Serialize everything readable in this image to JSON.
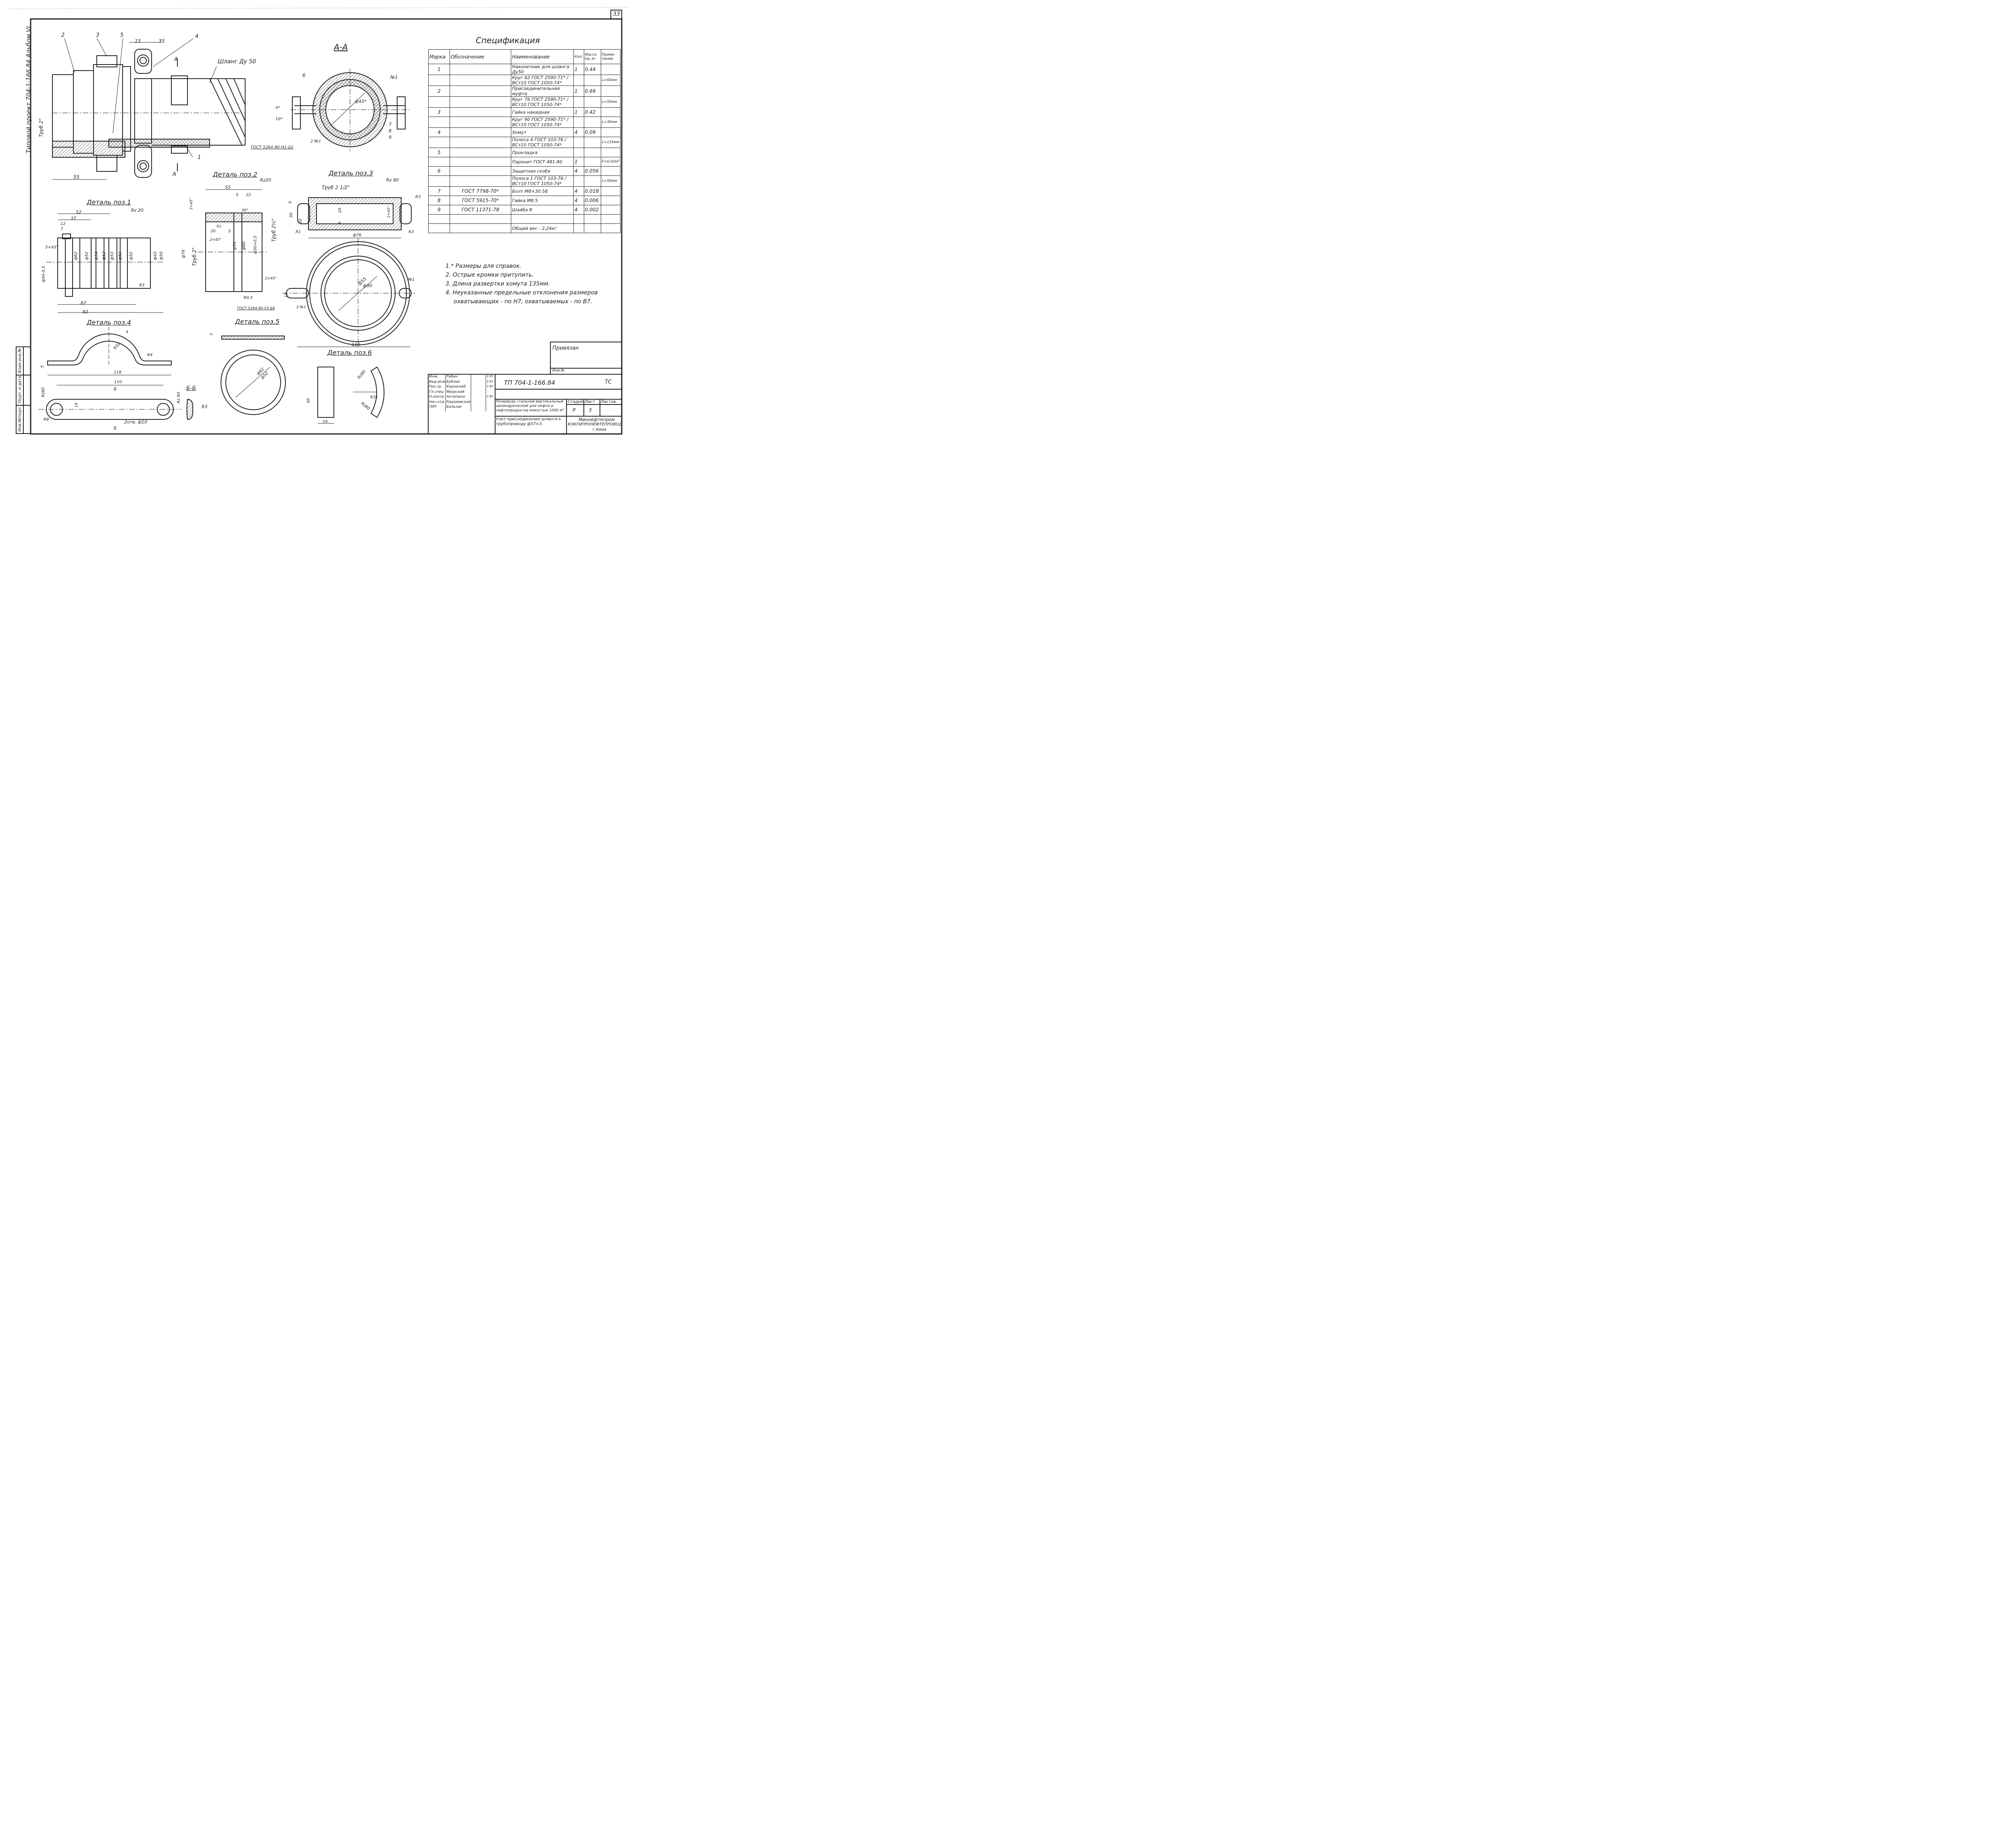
{
  "page_number": "33",
  "side_stamp": "Типовой проект 704-1-166.84 Альбом VI",
  "left_stamp": [
    "Инв.№подл.",
    "Подп. и дата",
    "Взам.инв.№"
  ],
  "section_aa": "А-А",
  "section_bb": "Б-Б",
  "section_marks": {
    "a": "А",
    "b": "Б"
  },
  "main_view": {
    "leaders": [
      "1",
      "2",
      "3",
      "4",
      "5"
    ],
    "hose": "Шланг Ду 50",
    "pipe": "Труб 2\"",
    "dims": [
      "15",
      "35",
      "55"
    ]
  },
  "aa_view": {
    "leaders": [
      "6",
      "7",
      "8",
      "9",
      "№1",
      "2 №1"
    ],
    "diameter": "ф43*",
    "dims": [
      "4*",
      "10*"
    ],
    "weld": "ГОСТ 5264-80-Н1-Δ1"
  },
  "detail1": {
    "title": "Деталь поз.1",
    "roughness": "Rz 20",
    "dims": [
      "52",
      "37",
      "12",
      "7",
      "3×45°",
      "ф50-0,5",
      "ф62",
      "ф52",
      "ф54",
      "ф52",
      "ф53",
      "ф50",
      "ф52",
      "ф43",
      "ф50",
      "R3",
      "67",
      "92"
    ]
  },
  "detail2": {
    "title": "Деталь поз.2",
    "roughness": "Rz20",
    "dims": [
      "55",
      "5",
      "22",
      "2×45°",
      "60°",
      "R1",
      "20",
      "5",
      "2×45°",
      "ф70",
      "ф60",
      "ф50+0,5",
      "ф76",
      "Труб 2\"",
      "Труб 2½\"",
      "2×45°",
      "R0,5"
    ],
    "weld": "ГОСТ 5264-80-У3-Δ6"
  },
  "detail3": {
    "title": "Деталь поз.3",
    "roughness": "Rz 80",
    "pipe": "Труб 2 1/2\"",
    "dims": [
      "5",
      "30",
      "20",
      "20",
      "6",
      "2×45°",
      "R1",
      "R3",
      "R3",
      "ф76"
    ]
  },
  "detail4": {
    "title": "Деталь поз.4",
    "dims": [
      "4",
      "R32",
      "R4",
      "5",
      "118",
      "110",
      "Rz80",
      "18",
      "R8",
      "2отв. ф10"
    ]
  },
  "detail5": {
    "title": "Деталь поз.5",
    "dims": [
      "3",
      "ф62",
      "ф52"
    ]
  },
  "detail6": {
    "title": "Деталь поз.6",
    "dims": [
      "Rz80",
      "R31",
      "Rz80",
      "50",
      "16"
    ]
  },
  "bb_view": {
    "dims": [
      "Rz 80",
      "R3"
    ]
  },
  "ring_view": {
    "dims": [
      "ф55",
      "ф90",
      "10",
      "110",
      "№1",
      "2 №1"
    ]
  },
  "spec": {
    "title": "Спецификация",
    "headers": [
      "Марка",
      "Обозначение",
      "Наименование",
      "Кол.",
      "Масса ед.,кг",
      "Приме-чание"
    ],
    "rows": [
      [
        "1",
        "",
        "Наконечник для шланга Ду50",
        "1",
        "0.44",
        ""
      ],
      [
        "",
        "",
        "Круг 62 ГОСТ 2590-71* / ВСт10 ГОСТ 1050-74*",
        "",
        "",
        "L=92мм"
      ],
      [
        "2",
        "",
        "Присоединительная муфта",
        "1",
        "0.69",
        ""
      ],
      [
        "",
        "",
        "Круг 76 ГОСТ 2590-71* / ВСт10 ГОСТ 1050-74*",
        "",
        "",
        "L=55мм"
      ],
      [
        "3",
        "",
        "Гайка накидная",
        "1",
        "0.42",
        ""
      ],
      [
        "",
        "",
        "Круг 90 ГОСТ 2590-71* / ВСт10 ГОСТ 1050-74*",
        "",
        "",
        "L=30мм"
      ],
      [
        "4",
        "",
        "Хомут",
        "4",
        "0.09",
        ""
      ],
      [
        "",
        "",
        "Полоса 4 ГОСТ 103-76 / ВСт10 ГОСТ 1050-74*",
        "",
        "",
        "L=135мм"
      ],
      [
        "5",
        "",
        "Прокладка",
        "",
        "",
        ""
      ],
      [
        "",
        "",
        "Паронит ГОСТ 481-80",
        "1",
        "",
        "F=0.02м²"
      ],
      [
        "6",
        "",
        "Защитная скоба",
        "4",
        "0.056",
        ""
      ],
      [
        "",
        "",
        "Полоса 1 ГОСТ 103-76 / ВСт10 ГОСТ 1050-74*",
        "",
        "",
        "L=50мм"
      ],
      [
        "7",
        "ГОСТ 7798-70*",
        "Болт М8×30.58",
        "4",
        "0.018",
        ""
      ],
      [
        "8",
        "ГОСТ 5915-70*",
        "Гайка М8.5",
        "4",
        "0.006",
        ""
      ],
      [
        "9",
        "ГОСТ 11371-78",
        "Шайба 8",
        "4",
        "0.002",
        ""
      ],
      [
        "",
        "",
        "",
        "",
        "",
        ""
      ],
      [
        "",
        "",
        "Общий вес - 2,24кг",
        "",
        "",
        ""
      ]
    ]
  },
  "notes": [
    "1.* Размеры для справок.",
    "2. Острые кромки притупить.",
    "3. Длина развертки хомута 135мм.",
    "4. Неуказанные предельные отклонения размеров",
    "охватывающих - по H7, охватываемых - по B7."
  ],
  "title_block": {
    "privyazan": "Привязан",
    "inv": "Инв.№",
    "doc_number": "ТП 704-1-166.84",
    "code": "ТС",
    "roles": [
      {
        "role": "Инж.",
        "name": "Рабин",
        "date": "2.85"
      },
      {
        "role": "Вед.инж",
        "name": "Бублик",
        "date": "2.85"
      },
      {
        "role": "Рук.гр.",
        "name": "Корнилюб",
        "date": "2.85"
      },
      {
        "role": "Гл.спец",
        "name": "Яворский",
        "date": ""
      },
      {
        "role": "Н.контр",
        "name": "Антипина",
        "date": "2.85"
      },
      {
        "role": "Нач.отд",
        "name": "Радзиевская",
        "date": ""
      },
      {
        "role": "ГИП",
        "name": "Бальзак",
        "date": ""
      }
    ],
    "project_name": "Резервуар стальной вертикальный цилиндрический для нефти и нефтепродуктов емкостью 1000 м³",
    "sheet_title": "Узел присоединения шланга к трубопроводу ф57×3.",
    "stage_label": "Стадия",
    "sheet_label": "Лист",
    "sheets_label": "Листов",
    "stage": "Р",
    "sheet": "3",
    "org1": "Миннефтепром",
    "org2": "ЮЖГИПРОНЕФТЕПРОВОД",
    "city": "г.Киев"
  }
}
